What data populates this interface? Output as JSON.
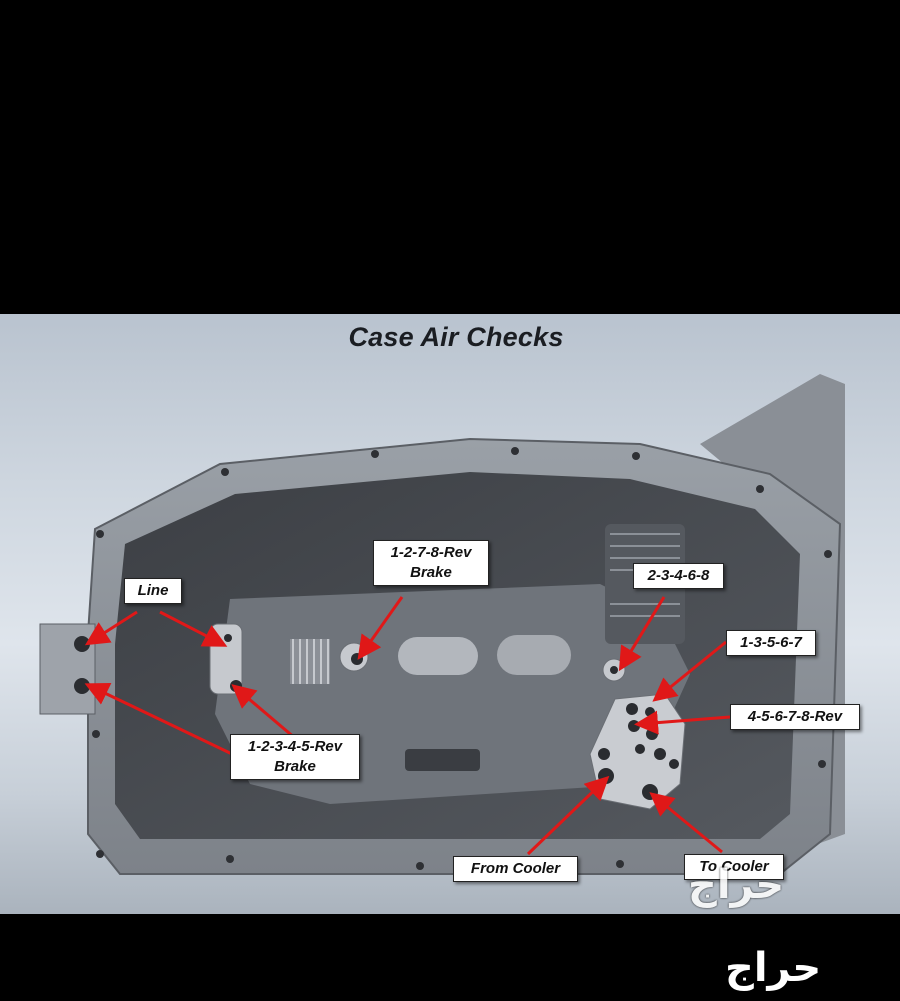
{
  "title": "Case Air Checks",
  "labels": [
    {
      "key": "line",
      "text": "Line"
    },
    {
      "key": "brake_1278",
      "text": "1-2-7-8-Rev\nBrake"
    },
    {
      "key": "c23468",
      "text": "2-3-4-6-8"
    },
    {
      "key": "c13567",
      "text": "1-3-5-6-7"
    },
    {
      "key": "c45678",
      "text": "4-5-6-7-8-Rev"
    },
    {
      "key": "brake_12345",
      "text": "1-2-3-4-5-Rev\nBrake"
    },
    {
      "key": "from_cooler",
      "text": "From Cooler"
    },
    {
      "key": "to_cooler",
      "text": "To Cooler"
    }
  ],
  "watermark": "حراج",
  "colors": {
    "arrow": "#e01818",
    "casting": "#7c8188",
    "cavity": "#3a3d42"
  }
}
